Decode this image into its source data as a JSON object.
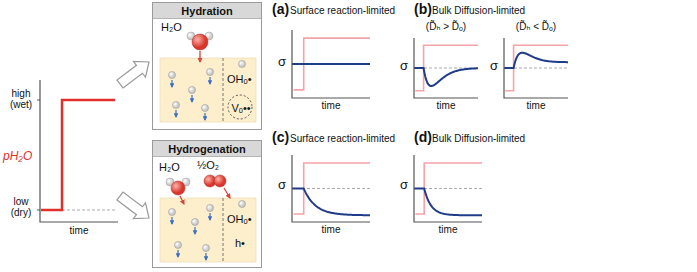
{
  "diagram": {
    "nodes": [
      {
        "text": [
          "Hydration",
          "H₂O",
          "OHₒ•",
          "Vₒ••"
        ]
      },
      {
        "text": [
          "Hydrogenation",
          "H₂O",
          "½O₂",
          "OHₒ•",
          "h•"
        ]
      }
    ],
    "labels": [
      "pH₂O",
      "high (wet)",
      "low (dry)",
      "time",
      "(a)",
      "Surface reaction-limited",
      "σ",
      "time",
      "(b)",
      "Bulk Diffusion-limited",
      "(D̃ₕ > D̃ₒ)",
      "σ",
      "time",
      "(D̃ₕ < D̃ₒ)",
      "σ",
      "time",
      "(c)",
      "Surface reaction-limited",
      "σ",
      "time",
      "(d)",
      "Bulk Diffusion-limited",
      "σ",
      "time"
    ]
  }
}
